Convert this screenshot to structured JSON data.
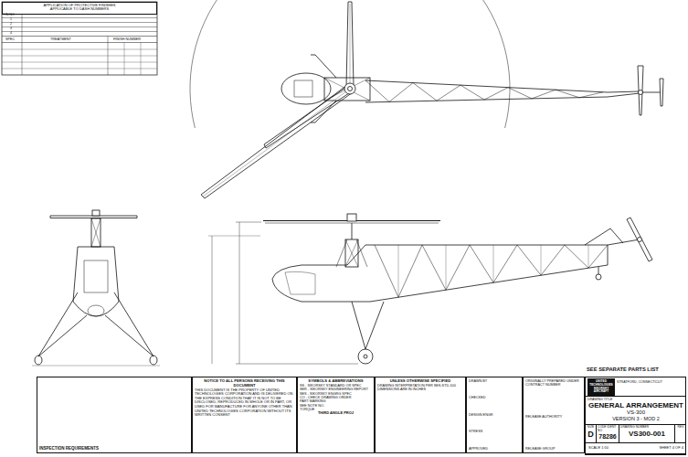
{
  "diagram": {
    "nodes": [
      {
        "text": [
          "APPLICATION OF PROTECTIVE FINISHES",
          "APPLICABLE TO DASH NUMBERS"
        ]
      },
      {
        "text": [
          "INSPECTION REQUIREMENTS"
        ]
      },
      {
        "text": [
          "NOTICE TO ALL PERSONS RECEIVING THIS DOCUMENT",
          "THIS DOCUMENT IS THE PROPERTY OF UNITED TECHNOLOGIES CORPORATION AND IS DELIVERED ON THE EXPRESS CONDITION THAT IT IS NOT TO BE DISCLOSED, REPRODUCED IN WHOLE OR IN PART, OR USED FOR MANUFACTURE FOR ANYONE OTHER THAN UNITED TECHNOLOGIES CORPORATION WITHOUT ITS WRITTEN CONSENT"
        ]
      },
      {
        "text": [
          "SYMBOLS & ABBREVIATIONS",
          "SS - SIKORSKY STANDARD OR SPEC",
          "SER - SIKORSKY ENGINEERING REPORT",
          "SES - SIKORSKY ENGRG SPEC",
          "CO - CHECK DRAWING ORDER",
          "PART MARKING",
          "SEE NOTE NO.",
          "TORQUE",
          "THIRD ANGLE PROJ"
        ]
      },
      {
        "text": [
          "UNLESS OTHERWISE SPECIFIED",
          "DRAWING INTERPRETATION PER SES-STD-100",
          "DIMENSIONS ARE IN INCHES"
        ]
      },
      {
        "text": [
          "DRAWN BY",
          "CHECKED",
          "DESIGN ENGR",
          "STRESS",
          "APPROVED"
        ]
      },
      {
        "text": [
          "ORIGINALLY PREPARED UNDER CONTRACT NUMBER",
          "RELEASE AUTHORITY",
          "RELEASE GROUP"
        ]
      },
      {
        "text": [
          "STRATFORD, CONNECTICUT"
        ]
      },
      {
        "text": [
          "UNITED TECHNOLOGIES",
          "SIKORSKY AIRCRAFT"
        ],
        "in": 7
      },
      {
        "text": [
          "DRAWING TITLE",
          "GENERAL ARRANGEMENT",
          "VS-300",
          "VERSION 3 - MOD 2"
        ],
        "in": 7
      },
      {
        "text": [
          "SIZE",
          "D"
        ],
        "in": 7
      },
      {
        "text": [
          "CODE IDENT NO",
          "78286"
        ],
        "in": 7
      },
      {
        "text": [
          "DRAWING NUMBER",
          "VS300-001"
        ],
        "in": 7
      },
      {
        "text": [
          "REV"
        ],
        "in": 7
      },
      {
        "text": [
          "SCALE 1:50",
          "SHEET 4 OF 4"
        ],
        "in": 7
      }
    ],
    "labels": [
      "SEE SEPARATE PARTS LIST",
      "FIN NO",
      "1",
      "2",
      "3",
      "4",
      "SPEC",
      "TREATMENT",
      "FINISH NUMBER"
    ]
  }
}
